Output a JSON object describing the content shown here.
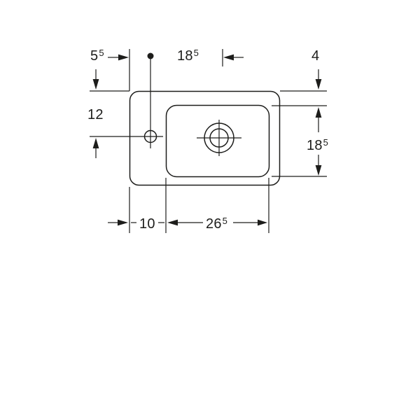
{
  "drawing": {
    "colors": {
      "line": "#1d1d1b",
      "background": "#ffffff",
      "text": "#1d1d1b"
    },
    "dimensions": {
      "top_left": {
        "value": "5",
        "sup": "5"
      },
      "top_center": {
        "value": "18",
        "sup": "5"
      },
      "top_right": {
        "value": "4",
        "sup": ""
      },
      "left": {
        "value": "12",
        "sup": ""
      },
      "right": {
        "value": "18",
        "sup": "5"
      },
      "bottom_left": {
        "value": "10",
        "sup": ""
      },
      "bottom_center": {
        "value": "26",
        "sup": "5"
      }
    }
  }
}
